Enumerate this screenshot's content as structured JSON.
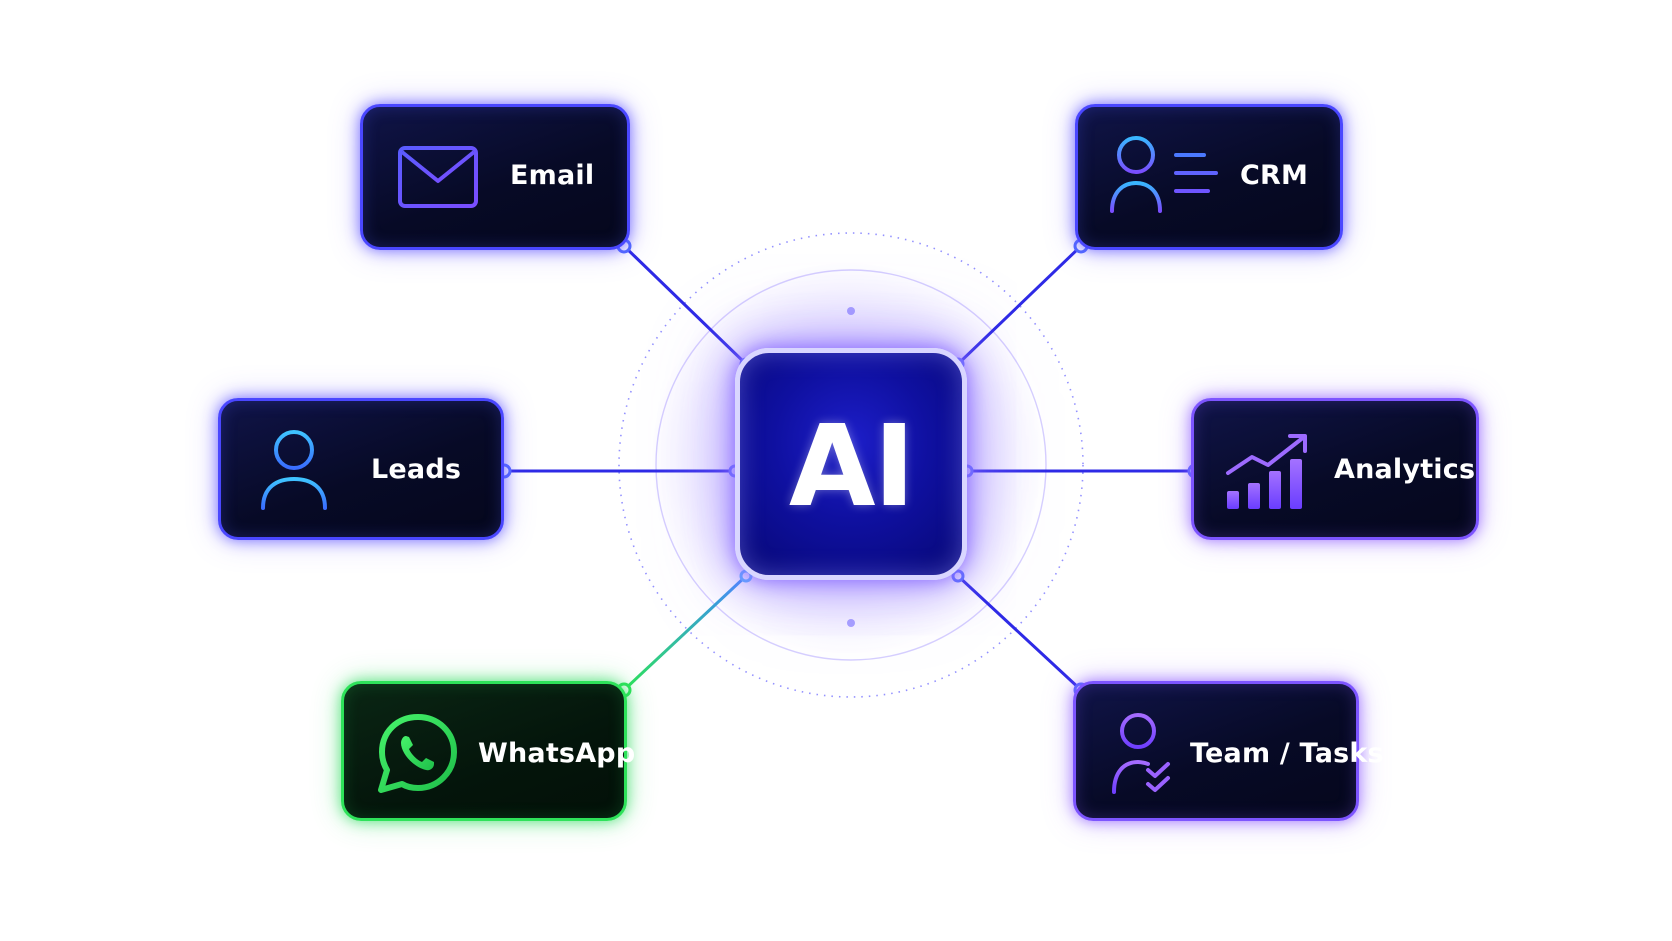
{
  "core": {
    "label": "AI",
    "icon": "ai-chip"
  },
  "nodes": {
    "email": {
      "label": "Email",
      "icon": "envelope-icon"
    },
    "crm": {
      "label": "CRM",
      "icon": "contact-list-icon"
    },
    "leads": {
      "label": "Leads",
      "icon": "person-icon"
    },
    "analytics": {
      "label": "Analytics",
      "icon": "growth-chart-icon"
    },
    "whatsapp": {
      "label": "WhatsApp",
      "icon": "whatsapp-icon"
    },
    "team_tasks": {
      "label": "Team / Tasks",
      "icon": "user-check-icon"
    }
  },
  "colors": {
    "node_border_blue": "#4a47ff",
    "node_border_purple": "#7d55ff",
    "node_border_green": "#2ee25a",
    "connector_blue": "#2e2ae6",
    "connector_green": "#2ee25a",
    "core_fill": "#0f10a0"
  }
}
